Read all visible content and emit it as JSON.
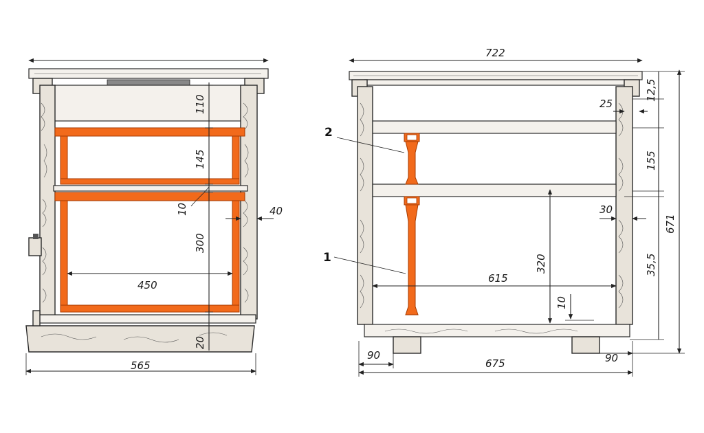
{
  "front_view": {
    "dims": {
      "width_bottom": "565",
      "top_gap": "110",
      "upper_frame": "145",
      "gap": "10",
      "lower_frame": "300",
      "wall": "40",
      "frame_width": "450",
      "bottom_gap": "20"
    }
  },
  "side_view": {
    "dims": {
      "width_top": "722",
      "roof": "12,5",
      "roof_step": "25",
      "upper_body": "155",
      "lower_body": "35,5",
      "wall": "30",
      "total_height": "671",
      "frame_height": "320",
      "inner_length": "615",
      "gap_bottom": "10",
      "leg_left": "90",
      "base_width": "675",
      "leg_right": "90"
    },
    "callouts": {
      "one": "1",
      "two": "2"
    }
  },
  "colors": {
    "frame": "#f26a1b",
    "line": "#222222"
  }
}
